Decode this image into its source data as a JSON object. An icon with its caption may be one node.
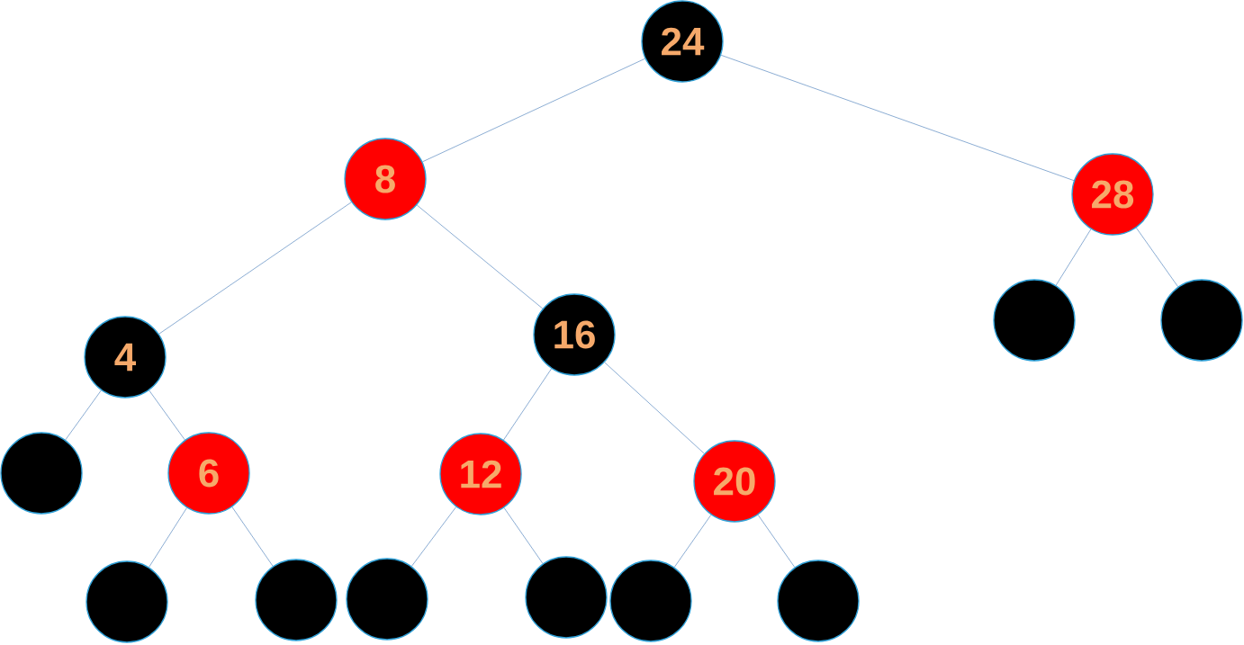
{
  "diagram": {
    "nodes": [
      {
        "text": [
          "24"
        ]
      },
      {
        "text": [
          "8"
        ]
      },
      {
        "text": [
          "28"
        ]
      },
      {
        "text": [
          "4"
        ]
      },
      {
        "text": [
          "16"
        ]
      },
      {
        "text": [],
        "shape": "circle"
      },
      {
        "text": [],
        "shape": "circle"
      },
      {
        "text": [],
        "shape": "circle"
      },
      {
        "text": [
          "6"
        ]
      },
      {
        "text": [
          "12"
        ]
      },
      {
        "text": [
          "20"
        ]
      },
      {
        "text": [],
        "shape": "circle"
      },
      {
        "text": [],
        "shape": "circle"
      },
      {
        "text": [],
        "shape": "circle"
      },
      {
        "text": [],
        "shape": "circle"
      },
      {
        "text": [],
        "shape": "circle"
      },
      {
        "text": [],
        "shape": "circle"
      }
    ],
    "edges": [
      {
        "from": 0,
        "to": 1,
        "arrow": "none"
      },
      {
        "from": 0,
        "to": 2,
        "arrow": "none"
      },
      {
        "from": 1,
        "to": 3,
        "arrow": "none"
      },
      {
        "from": 1,
        "to": 4,
        "arrow": "none"
      },
      {
        "from": 2,
        "to": 5,
        "arrow": "none"
      },
      {
        "from": 2,
        "to": 6,
        "arrow": "none"
      },
      {
        "from": 3,
        "to": 7,
        "arrow": "none"
      },
      {
        "from": 3,
        "to": 8,
        "arrow": "none"
      },
      {
        "from": 4,
        "to": 9,
        "arrow": "none"
      },
      {
        "from": 4,
        "to": 10,
        "arrow": "none"
      },
      {
        "from": 8,
        "to": 11,
        "arrow": "none"
      },
      {
        "from": 8,
        "to": 12,
        "arrow": "none"
      },
      {
        "from": 9,
        "to": 13,
        "arrow": "none"
      },
      {
        "from": 9,
        "to": 14,
        "arrow": "none"
      },
      {
        "from": 10,
        "to": 15,
        "arrow": "none"
      },
      {
        "from": 10,
        "to": 16,
        "arrow": "none"
      }
    ]
  }
}
